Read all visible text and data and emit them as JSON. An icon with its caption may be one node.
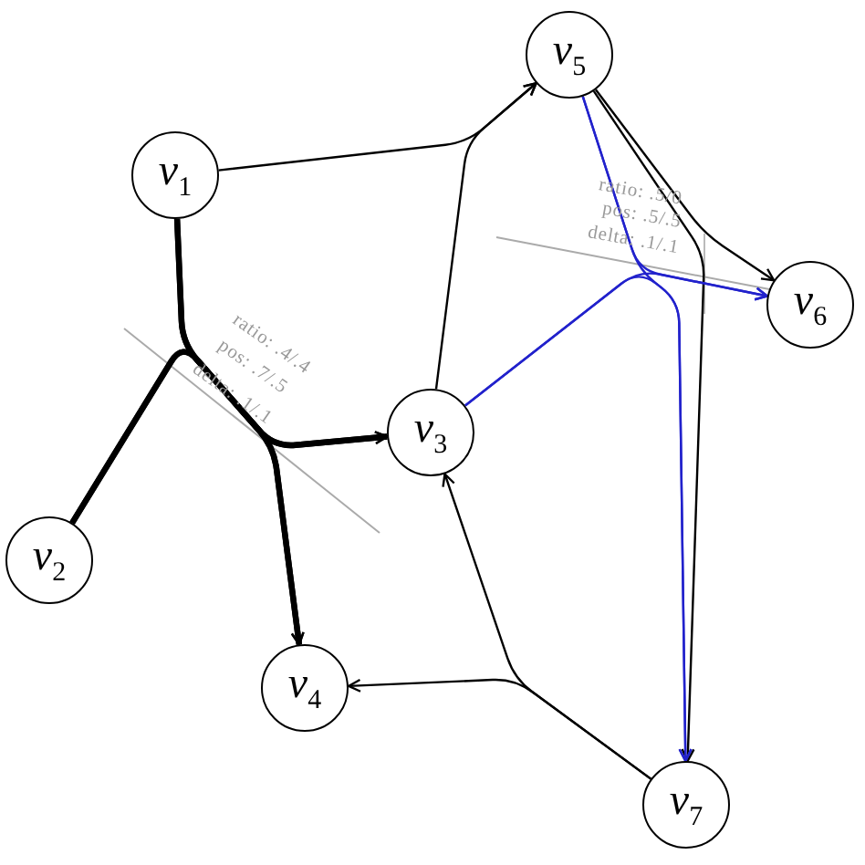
{
  "diagram": {
    "nodes": [
      {
        "text": [
          "*v*$_{1}$"
        ]
      },
      {
        "text": [
          "*v*$_{2}$"
        ]
      },
      {
        "text": [
          "*v*$_{3}$"
        ]
      },
      {
        "text": [
          "*v*$_{4}$"
        ]
      },
      {
        "text": [
          "*v*$_{5}$"
        ]
      },
      {
        "text": [
          "*v*$_{6}$"
        ]
      },
      {
        "text": [
          "*v*$_{7}$"
        ]
      }
    ],
    "edges": [
      {
        "from": 0,
        "to": 2,
        "arrow": "to",
        "style": "thick"
      },
      {
        "from": 0,
        "to": 3,
        "arrow": "to",
        "style": "thick"
      },
      {
        "from": 1,
        "to": 2,
        "arrow": "to",
        "style": "thick"
      },
      {
        "from": 1,
        "to": 3,
        "arrow": "to",
        "style": "thick"
      },
      {
        "from": 0,
        "to": 4,
        "arrow": "to"
      },
      {
        "from": 2,
        "to": 4,
        "arrow": "to"
      },
      {
        "from": 6,
        "to": 2,
        "arrow": "to"
      },
      {
        "from": 6,
        "to": 3,
        "arrow": "to"
      },
      {
        "from": 4,
        "to": 5,
        "arrow": "to"
      },
      {
        "from": 4,
        "to": 6,
        "arrow": "to"
      },
      {
        "from": 4,
        "to": 5,
        "arrow": "to",
        "color": "#2222cc"
      },
      {
        "from": 4,
        "to": 6,
        "arrow": "to",
        "color": "#2222cc"
      },
      {
        "from": 2,
        "to": 5,
        "arrow": "to",
        "color": "#2222cc"
      },
      {
        "from": 2,
        "to": 6,
        "arrow": "to",
        "color": "#2222cc"
      }
    ],
    "labels": [
      "ratio: .4/.4",
      "pos: .7/.5",
      "delta: .1/.1",
      "ratio: .5/0",
      "pos: .5/.5",
      "delta: .1/.1"
    ]
  }
}
